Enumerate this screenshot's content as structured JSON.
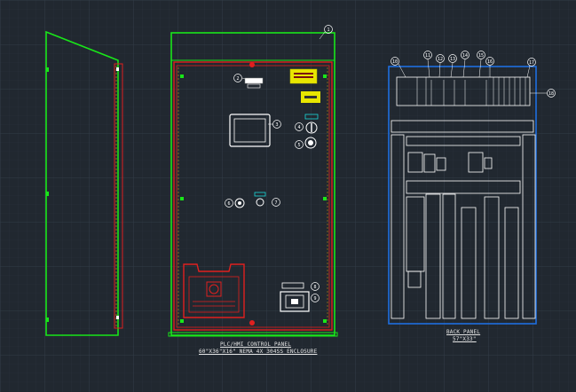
{
  "colors": {
    "background": "#212830",
    "grid_minor": "#2a323b",
    "grid_major": "#34404b",
    "enclosure": "#19e619",
    "inner": "#e0201f",
    "back_panel": "#1e6fe0",
    "text": "#e6e6e6",
    "yellow": "#e8e600",
    "cyan": "#19d9d9"
  },
  "front_view": {
    "title_line1": "PLC/HMI CONTROL PANEL",
    "title_line2": "60\"X36\"X16\" NEMA 4X 304SS ENCLOSURE"
  },
  "back_panel": {
    "title_line1": "BACK PANEL",
    "title_line2": "57\"X33\""
  },
  "callouts": [
    {
      "id": "c1",
      "text": "1"
    },
    {
      "id": "c2",
      "text": "2"
    },
    {
      "id": "c3",
      "text": "3"
    },
    {
      "id": "c4",
      "text": "4"
    },
    {
      "id": "c5",
      "text": "5"
    },
    {
      "id": "c6",
      "text": "6"
    },
    {
      "id": "c7",
      "text": "7"
    },
    {
      "id": "c8",
      "text": "8"
    },
    {
      "id": "c9",
      "text": "9"
    },
    {
      "id": "c10",
      "text": "10"
    },
    {
      "id": "c11",
      "text": "11"
    },
    {
      "id": "c12",
      "text": "12"
    },
    {
      "id": "c13",
      "text": "13"
    },
    {
      "id": "c14",
      "text": "14"
    },
    {
      "id": "c15",
      "text": "15"
    },
    {
      "id": "c16",
      "text": "16"
    },
    {
      "id": "c17",
      "text": "17"
    },
    {
      "id": "c18",
      "text": "18"
    }
  ]
}
